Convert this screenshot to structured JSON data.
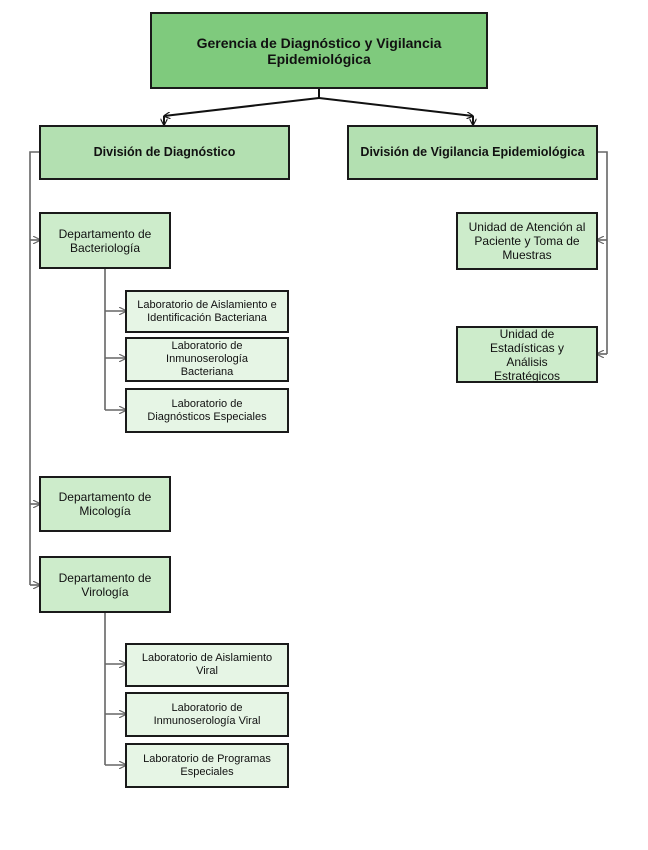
{
  "title": "Gerencia de Diagnóstico y Vigilancia Epidemiológica",
  "divisions": [
    {
      "label": "División de Diagnóstico"
    },
    {
      "label": "División de Vigilancia Epidemiológica"
    }
  ],
  "diagnostico": {
    "departments": [
      {
        "label": "Departamento de Bacteriología",
        "labs": [
          "Laboratorio de Aislamiento e Identificación Bacteriana",
          "Laboratorio de Inmunoserología Bacteriana",
          "Laboratorio de Diagnósticos Especiales"
        ]
      },
      {
        "label": "Departamento de Micología",
        "labs": []
      },
      {
        "label": "Departamento de Virología",
        "labs": [
          "Laboratorio de Aislamiento Viral",
          "Laboratorio de Inmunoserología Viral",
          "Laboratorio de Programas Especiales"
        ]
      }
    ]
  },
  "vigilancia": {
    "units": [
      "Unidad de Atención al Paciente y Toma de Muestras",
      "Unidad de Estadísticas y Análisis Estratégicos"
    ]
  }
}
